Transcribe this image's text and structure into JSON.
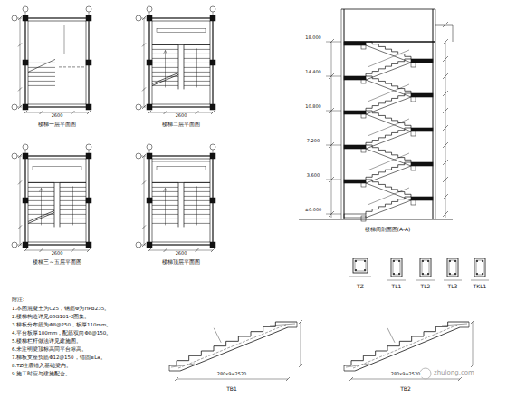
{
  "diagram": {
    "labels": [
      "楼梯一层平面图",
      "楼梯二层平面图",
      "楼梯三~五层平面图",
      "楼梯顶层平面图",
      "楼梯间剖面图(A-A)",
      "TZ",
      "TL1",
      "TL2",
      "TL3",
      "TKL1",
      "附注:",
      "1.本图混凝土为C25，钢筋Φ为HPB235。",
      "2.楼梯构造详见03G101-2图集。",
      "3.梯板分布筋为Φ8@250，板厚110mm。",
      "4.平台板厚100mm，配筋双向Φ8@150。",
      "5.楼梯栏杆做法详见建施图。",
      "6.未注明梁顶标高同平台标高。",
      "7.梯板支座负筋Φ12@150，锚固≥La。",
      "8.TZ柱底锚入基础梁内。",
      "9.施工时应与建施配合。",
      "TB1",
      "TB2",
      "zhulong.com",
      "2600",
      "2600",
      "2600",
      "2600",
      "±0.000",
      "3.600",
      "7.200",
      "10.800",
      "14.400",
      "18.000",
      "280x9=2520",
      "280x9=2520"
    ]
  }
}
